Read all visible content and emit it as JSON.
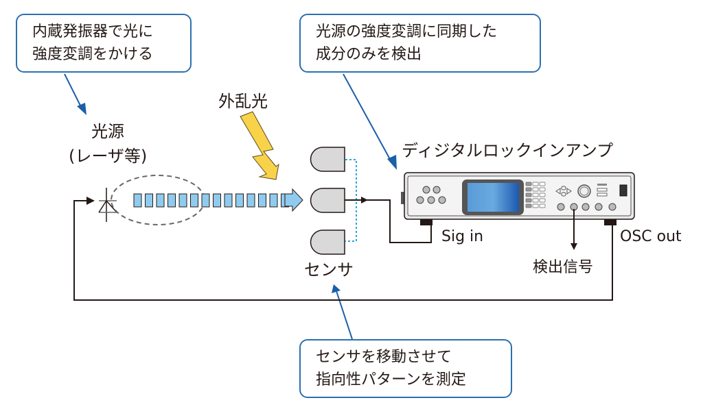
{
  "callouts": {
    "modulate": {
      "line1": "内蔵発振器で光に",
      "line2": "強度変調をかける"
    },
    "detect": {
      "line1": "光源の強度変調に同期した",
      "line2": "成分のみを検出"
    },
    "measure": {
      "line1": "センサを移動させて",
      "line2": "指向性パターンを測定"
    }
  },
  "labels": {
    "light_source_line1": "光源",
    "light_source_line2": "(レーザ等)",
    "ambient_light": "外乱光",
    "sensor": "センサ",
    "lockin_amp": "ディジタルロックインアンプ",
    "sig_in": "Sig in",
    "osc_out": "OSC out",
    "detected_signal": "検出信号"
  },
  "colors": {
    "callout_border": "#2c6fb0",
    "arrow_blue": "#1a5fa8",
    "beam_fill": "#8fcbee",
    "lightning_fill": "#f8d34a",
    "sensor_fill": "#d9d9d9",
    "screen_blue": "#2d6cc0",
    "sensor_link": "#2aa3d8"
  }
}
